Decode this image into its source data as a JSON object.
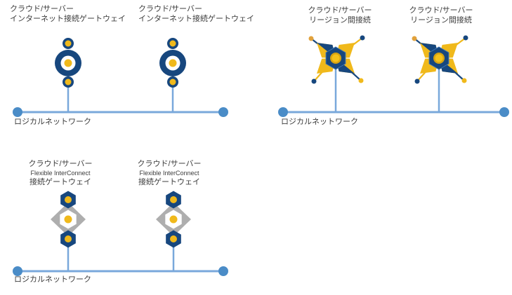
{
  "page": {
    "background": "#ffffff"
  },
  "colors": {
    "icon_navy": "#17477e",
    "icon_gold": "#f0b91b",
    "icon_gray": "#aeaeae",
    "network_line_blue": "#79a8db",
    "network_node_blue": "#4a8cc7",
    "text": "#3c3c3c"
  },
  "groups": [
    {
      "id": "internet-gateway",
      "items": [
        {
          "icon": "internet-gateway-icon",
          "label_lines": [
            "クラウド/サーバー",
            "インターネット接続ゲートウェイ"
          ]
        },
        {
          "icon": "internet-gateway-icon",
          "label_lines": [
            "クラウド/サーバー",
            "インターネット接続ゲートウェイ"
          ]
        }
      ],
      "network_label": "ロジカルネットワーク"
    },
    {
      "id": "inter-region-connection",
      "items": [
        {
          "icon": "inter-region-icon",
          "label_lines": [
            "クラウド/サーバー",
            "リージョン間接続"
          ]
        },
        {
          "icon": "inter-region-icon",
          "label_lines": [
            "クラウド/サーバー",
            "リージョン間接続"
          ]
        }
      ],
      "network_label": "ロジカルネットワーク"
    },
    {
      "id": "flexible-interconnect-gateway",
      "items": [
        {
          "icon": "fic-gateway-icon",
          "label_lines": [
            "クラウド/サーバー",
            "Flexible InterConnect",
            "接続ゲートウェイ"
          ]
        },
        {
          "icon": "fic-gateway-icon",
          "label_lines": [
            "クラウド/サーバー",
            "Flexible InterConnect",
            "接続ゲートウェイ"
          ]
        }
      ],
      "network_label": "ロジカルネットワーク"
    }
  ]
}
